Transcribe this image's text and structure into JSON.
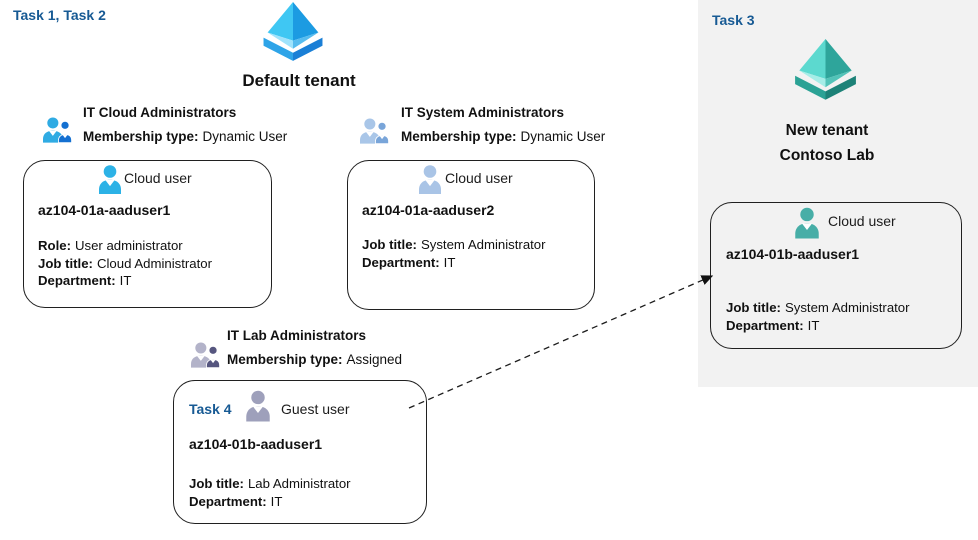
{
  "left_region": {
    "task_label": "Task 1, Task 2",
    "tenant_title": "Default tenant",
    "tenant_icon": "azure-ad-pyramid-icon-blue"
  },
  "right_region": {
    "task_label": "Task 3",
    "tenant_title_line1": "New tenant",
    "tenant_title_line2": "Contoso Lab",
    "tenant_icon": "azure-ad-pyramid-icon-teal",
    "panel_color": "#F2F2F2"
  },
  "groups": [
    {
      "name": "IT Cloud Administrators",
      "membership_label": "Membership type:",
      "membership_value": "Dynamic User",
      "icon": "people-group-icon"
    },
    {
      "name": "IT System Administrators",
      "membership_label": "Membership type:",
      "membership_value": "Dynamic User",
      "icon": "people-group-icon"
    },
    {
      "name": "IT Lab Administrators",
      "membership_label": "Membership type:",
      "membership_value": "Assigned",
      "icon": "people-group-icon"
    }
  ],
  "cards": [
    {
      "user_type": "Cloud user",
      "icon": "person-icon",
      "name": "az104-01a-aaduser1",
      "fields": [
        {
          "label": "Role:",
          "value": "User administrator"
        },
        {
          "label": "Job title:",
          "value": "Cloud Administrator"
        },
        {
          "label": "Department:",
          "value": "IT"
        }
      ]
    },
    {
      "user_type": "Cloud user",
      "icon": "person-icon",
      "name": "az104-01a-aaduser2",
      "fields": [
        {
          "label": "Job title:",
          "value": "System Administrator"
        },
        {
          "label": "Department:",
          "value": "IT"
        }
      ]
    },
    {
      "task_label": "Task 4",
      "user_type": "Guest user",
      "icon": "person-icon",
      "name": "az104-01b-aaduser1",
      "fields": [
        {
          "label": "Job title:",
          "value": "Lab Administrator"
        },
        {
          "label": "Department:",
          "value": "IT"
        }
      ]
    },
    {
      "user_type": "Cloud user",
      "icon": "person-icon",
      "name": "az104-01b-aaduser1",
      "fields": [
        {
          "label": "Job title:",
          "value": "System Administrator"
        },
        {
          "label": "Department:",
          "value": "IT"
        }
      ]
    }
  ],
  "arrow": {
    "from": "guest-user-card",
    "to": "new-tenant-cloud-user-card",
    "style": "dashed-black"
  },
  "colors": {
    "task_label_blue": "#175A94",
    "panel_gray": "#F2F2F2",
    "text": "#111111",
    "card_border": "#202020",
    "cloud_user_cyan": "#2CB2E6",
    "cloud_user_steel": "#A9C4E6",
    "guest_user_gray": "#9EA0BB",
    "cloud_user_teal": "#47AEA7",
    "group1_primary": "#2FABE3",
    "group1_secondary": "#1470D1",
    "group2_primary": "#A9C6E8",
    "group2_secondary": "#79A5D9",
    "group3_primary": "#B3B3C9",
    "group3_secondary": "#56567F",
    "aad_blue_light": "#3FC7F3",
    "aad_blue_dark": "#1C9BE2",
    "aad_teal_light": "#5CD9CF",
    "aad_teal_dark": "#2EA59B"
  }
}
